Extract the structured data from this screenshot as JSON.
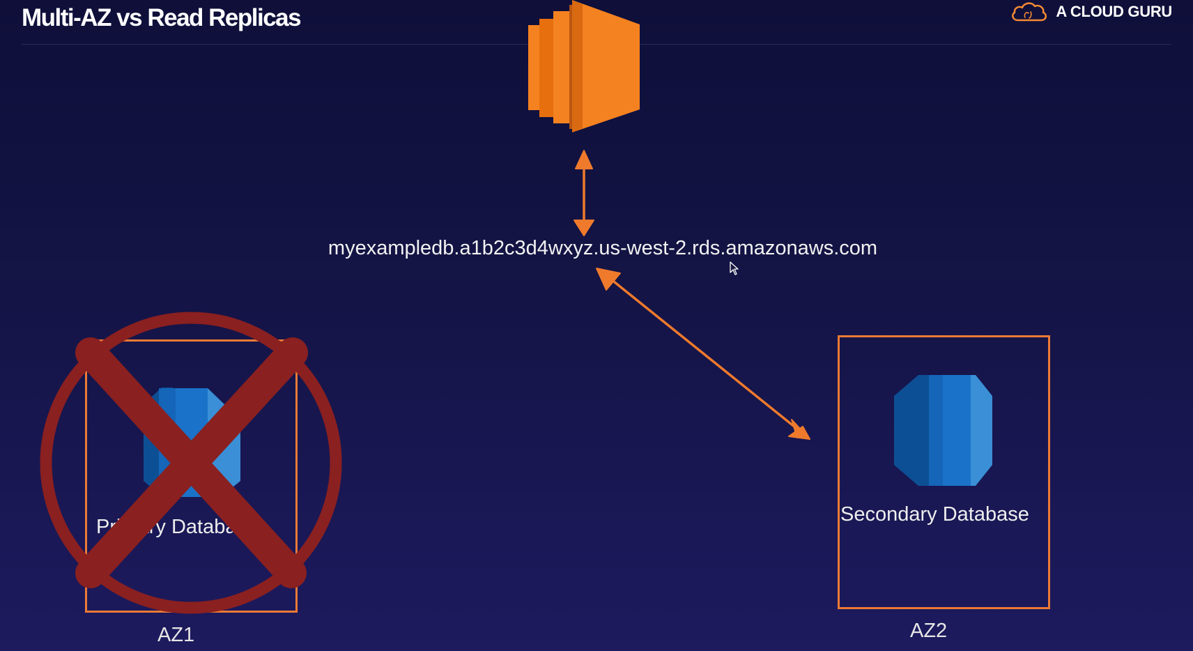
{
  "slide": {
    "title": "Multi-AZ vs Read Replicas"
  },
  "brand": {
    "name": "A CLOUD GURU",
    "icon": "cloud-logo-icon",
    "accent_color": "#f68b33"
  },
  "diagram": {
    "endpoint": "myexampledb.a1b2c3d4wxyz.us-west-2.rds.amazonaws.com",
    "ec2_icon": "ec2-instance-icon",
    "ec2_color": "#f58220",
    "arrow_color": "#f07a2c",
    "primary": {
      "label": "Primary Database",
      "az": "AZ1",
      "status": "failed",
      "failure_mark": "red-x-icon",
      "failure_color": "#8a2020"
    },
    "secondary": {
      "label": "Secondary Database",
      "az": "AZ2",
      "status": "active"
    },
    "database_icon": "rds-database-icon",
    "database_color": "#1a73c8"
  }
}
